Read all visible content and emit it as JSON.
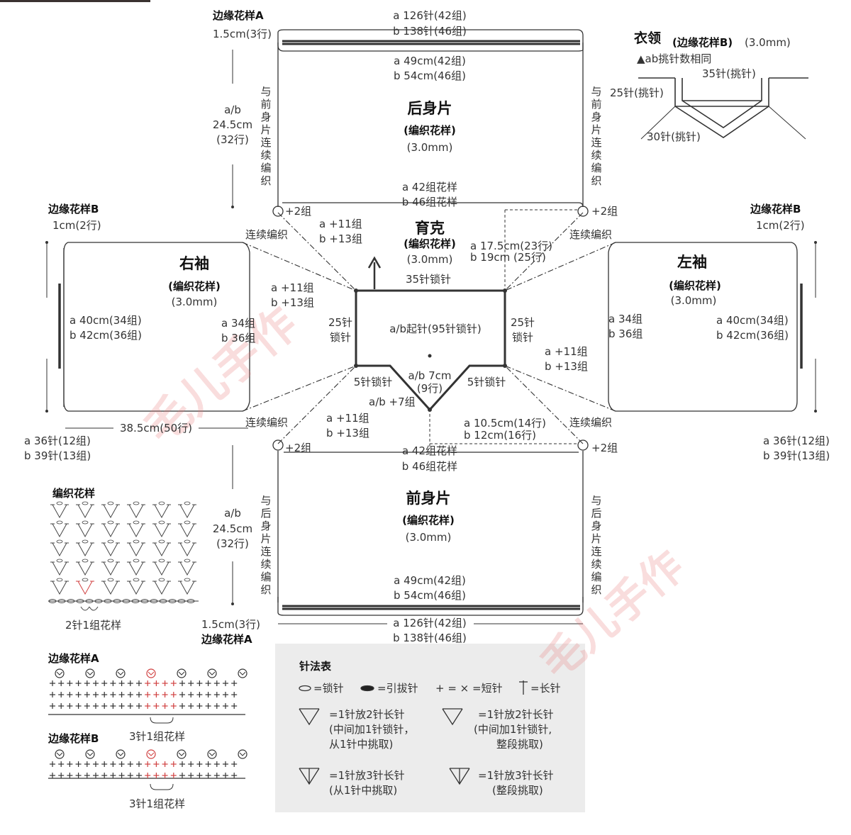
{
  "back": {
    "edge_label": "边缘花样A",
    "edge_rows": "1.5cm(3行)",
    "top_stitches_a": "a 126针(42组)",
    "top_stitches_b": "b 138针(46组)",
    "width_a": "a 49cm(42组)",
    "width_b": "b 54cm(46组)",
    "title": "后身片",
    "pattern": "(编织花样)",
    "hook": "(3.0mm)",
    "groups_a": "a 42组花样",
    "groups_b": "b 46组花样",
    "height_ab": "a/b",
    "height_cm": "24.5cm",
    "height_rows": "(32行)",
    "cont_text": "与前身片连续编织"
  },
  "collar": {
    "title": "衣领",
    "subtitle": "(边缘花样B)",
    "hook": "(3.0mm)",
    "note": "▲ab挑针数相同",
    "st35": "35针(挑针)",
    "st25": "25针(挑针)",
    "st30": "30针(挑针)"
  },
  "yoke": {
    "title": "育克",
    "pattern": "(编织花样)",
    "hook": "(3.0mm)",
    "chain35": "35针锁针",
    "start": "a/b起针(95针锁针)",
    "left25a": "25针",
    "left25b": "锁针",
    "right25a": "25针",
    "right25b": "锁针",
    "five_left": "5针锁针",
    "five_right": "5针锁针",
    "vneck_a": "a/b 7cm",
    "vneck_b": "(9行)",
    "plus7": "a/b +7组",
    "depth_a": "a 17.5cm(23行)",
    "depth_b": "b 19cm (25行)",
    "front_depth_a": "a 10.5cm(14行)",
    "front_depth_b": "b 12cm(16行)",
    "inc11": "a +11组",
    "inc13": "b +13组",
    "plus2": "+2组",
    "continuous": "连续编织"
  },
  "right_sleeve": {
    "edge_label": "边缘花样B",
    "edge_rows": "1cm(2行)",
    "title": "右袖",
    "pattern": "(编织花样)",
    "hook": "(3.0mm)",
    "cuff_a": "a 40cm(34组)",
    "cuff_b": "b 42cm(36组)",
    "upper_a": "a 34组",
    "upper_b": "b 36组",
    "length": "38.5cm(50行)",
    "end_a": "a 36针(12组)",
    "end_b": "b 39针(13组)"
  },
  "left_sleeve": {
    "edge_label": "边缘花样B",
    "edge_rows": "1cm(2行)",
    "title": "左袖",
    "pattern": "(编织花样)",
    "hook": "(3.0mm)",
    "cuff_a": "a 40cm(34组)",
    "cuff_b": "b 42cm(36组)",
    "upper_a": "a 34组",
    "upper_b": "b 36组",
    "end_a": "a 36针(12组)",
    "end_b": "b 39针(13组)"
  },
  "front": {
    "title": "前身片",
    "pattern": "(编织花样)",
    "hook": "(3.0mm)",
    "groups_a": "a 42组花样",
    "groups_b": "b 46组花样",
    "width_a": "a 49cm(42组)",
    "width_b": "b 54cm(46组)",
    "bottom_a": "a 126针(42组)",
    "bottom_b": "b 138针(46组)",
    "edge_rows": "1.5cm(3行)",
    "edge_label": "边缘花样A",
    "height_ab": "a/b",
    "height_cm": "24.5cm",
    "height_rows": "(32行)",
    "cont_text": "与后身片连续编织"
  },
  "swatch_main": {
    "title": "编织花样",
    "repeat": "2针1组花样"
  },
  "swatch_a": {
    "title": "边缘花样A",
    "repeat": "3针1组花样"
  },
  "swatch_b": {
    "title": "边缘花样B",
    "repeat": "3针1组花样"
  },
  "legend": {
    "title": "针法表",
    "chain": "=锁针",
    "slip": "=引拔针",
    "sc": "+ = × =短针",
    "dc": "=长针",
    "v1_a": "=1针放2针长针",
    "v1_b": "(中间加1针锁针，",
    "v1_c": "从1针中挑取)",
    "v2_a": "=1针放2针长针",
    "v2_b": "(中间加1针锁针,",
    "v2_c": "整段挑取)",
    "s3_a": "=1针放3针长针",
    "s3_b": "(从1针中挑取)",
    "s4_a": "=1针放3针长针",
    "s4_b": "(整段挑取)"
  },
  "watermark": "毛儿手作",
  "colors": {
    "line": "#333333",
    "accent": "#d04040",
    "watermark": "#e88080",
    "legend_bg": "#ececec"
  }
}
